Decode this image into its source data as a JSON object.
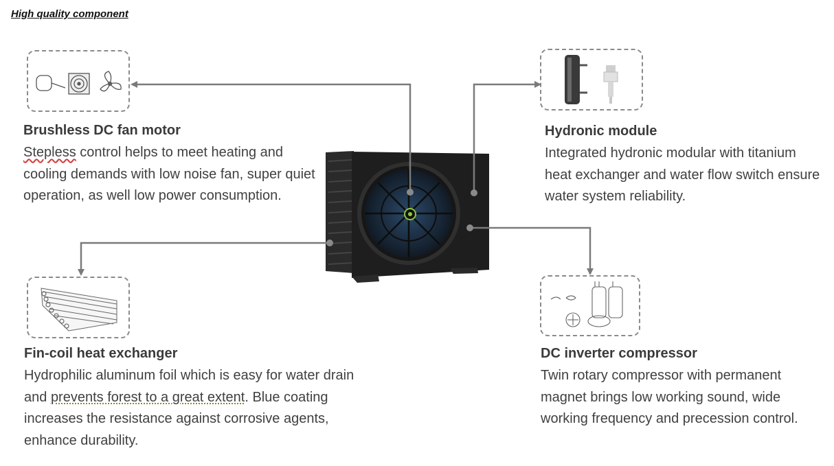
{
  "heading": "High quality component",
  "components": {
    "fan_motor": {
      "title": "Brushless DC fan motor",
      "desc_flagged": "Stepless",
      "desc_rest": " control helps to meet heating and cooling demands with low noise fan, super quiet operation, as well low power consumption."
    },
    "hydronic": {
      "title": "Hydronic module",
      "desc": "Integrated hydronic modular with titanium heat exchanger and water flow switch ensure water system reliability."
    },
    "fin_coil": {
      "title": "Fin-coil heat exchanger",
      "desc_part1": "Hydrophilic aluminum foil which is easy for water drain and ",
      "desc_flagged": "prevents forest to a great extent",
      "desc_part2": ". Blue coating increases the resistance against corrosive agents, enhance durability."
    },
    "compressor": {
      "title": "DC inverter compressor",
      "desc": "Twin rotary compressor with permanent magnet brings low working sound, wide working frequency and precession control."
    }
  },
  "colors": {
    "connector": "#7a7a7a",
    "box_border": "#8a8a8a",
    "unit_body": "#1e1e1e",
    "fan_blade": "#1d3550",
    "logo": "#8cc63f"
  }
}
